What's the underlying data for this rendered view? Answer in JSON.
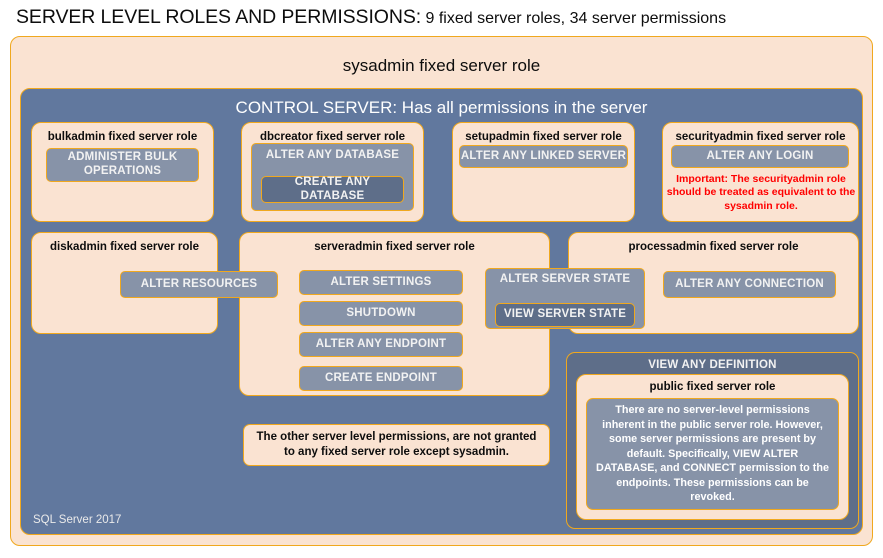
{
  "header": {
    "title": "SERVER LEVEL ROLES AND PERMISSIONS:",
    "subtitle": "9 fixed server roles, 34 server permissions"
  },
  "sysadmin": {
    "label": "sysadmin fixed server role"
  },
  "control_server": {
    "label": "CONTROL SERVER: Has all permissions in the server"
  },
  "roles": {
    "bulkadmin": {
      "label": "bulkadmin fixed server role",
      "permission": "ADMINISTER  BULK OPERATIONS"
    },
    "dbcreator": {
      "label": "dbcreator fixed server role",
      "outer_permission": "ALTER ANY DATABASE",
      "inner_permission": "CREATE  ANY DATABASE"
    },
    "setupadmin": {
      "label": "setupadmin fixed server role",
      "permission": "ALTER ANY LINKED SERVER"
    },
    "securityadmin": {
      "label": "securityadmin fixed server role",
      "permission": "ALTER ANY LOGIN",
      "warning": "Important:  The securityadmin role should  be treated as equivalent to the  sysadmin role."
    },
    "diskadmin": {
      "label": "diskadmin fixed server role",
      "permission": "ALTER RESOURCES"
    },
    "serveradmin": {
      "label": "serveradmin fixed server role",
      "permissions": [
        "ALTER SETTINGS",
        "SHUTDOWN",
        "ALTER ANY ENDPOINT",
        "CREATE  ENDPOINT"
      ],
      "server_state_outer": "ALTER SERVER STATE",
      "server_state_inner": "VIEW SERVER STATE"
    },
    "processadmin": {
      "label": "processadmin fixed server role",
      "permission": "ALTER ANY CONNECTION"
    },
    "public": {
      "view_any_definition": "VIEW ANY DEFINITION",
      "label": "public  fixed server role",
      "description": "There are no server-level permissions inherent in the public server role. However, some server permissions are present by default. Specifically, VIEW ALTER DATABASE, and CONNECT permission to the endpoints. These permissions can be revoked."
    }
  },
  "notes": {
    "other_permissions": "The other server level permissions, are not granted to any fixed server role except sysadmin."
  },
  "footer": {
    "label": "SQL Server 2017"
  },
  "colors": {
    "peach_fill": "#FAE3D2",
    "gold_border": "#F0A81E",
    "slate_panel": "#61789E",
    "chip_fill": "#8793A8",
    "chip_dark_fill": "#5E6E89",
    "warning_red": "#FF0000"
  }
}
